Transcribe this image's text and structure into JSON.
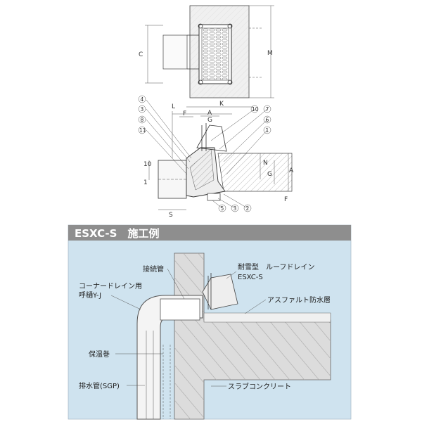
{
  "dimensions": {
    "c": "C",
    "m": "M",
    "l": "L",
    "f": "F",
    "k": "K",
    "a_top": "A",
    "g_top": "G",
    "n": "N",
    "g_right": "G",
    "a_right": "A",
    "ten": "10",
    "one": "1",
    "s": "S",
    "small_f": "F"
  },
  "callouts": {
    "c4": "4",
    "c3a": "3",
    "c8": "8",
    "c11": "11",
    "c10": "10",
    "c7": "7",
    "c6": "6",
    "c1": "1",
    "c5": "5",
    "c3b": "3",
    "c2": "2"
  },
  "example": {
    "title": "ESXC-S　施工例",
    "labels": {
      "connection_pipe": "接続管",
      "drain_type": "耐雪型　ルーフドレイン",
      "drain_model": "ESXC-S",
      "joint_name": "コーナードレイン用",
      "joint_model": "呼樋Y-J",
      "asphalt": "アスファルト防水層",
      "insulation": "保温巻",
      "drain_pipe": "排水管(SGP)",
      "slab": "スラブコンクリート"
    }
  },
  "colors": {
    "panel_bg": "#cfe3ef",
    "header_bg": "#8e8e8e",
    "concrete": "#dcdcdc",
    "pipe": "#f4f4f4"
  }
}
